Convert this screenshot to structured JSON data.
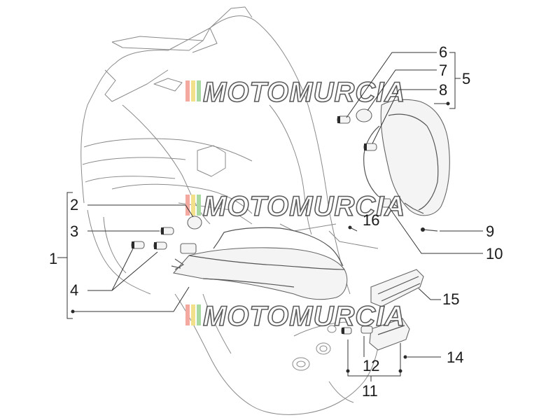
{
  "watermark": {
    "text": "MOTOMURCIA",
    "colors": [
      "#f4a9a0",
      "#f3e08a",
      "#a8d9a0"
    ]
  },
  "callouts": {
    "c1": "1",
    "c2": "2",
    "c3": "3",
    "c4": "4",
    "c5": "5",
    "c6": "6",
    "c7": "7",
    "c8": "8",
    "c9": "9",
    "c10": "10",
    "c11": "11",
    "c12": "12",
    "c14": "14",
    "c15": "15",
    "c16": "16"
  }
}
